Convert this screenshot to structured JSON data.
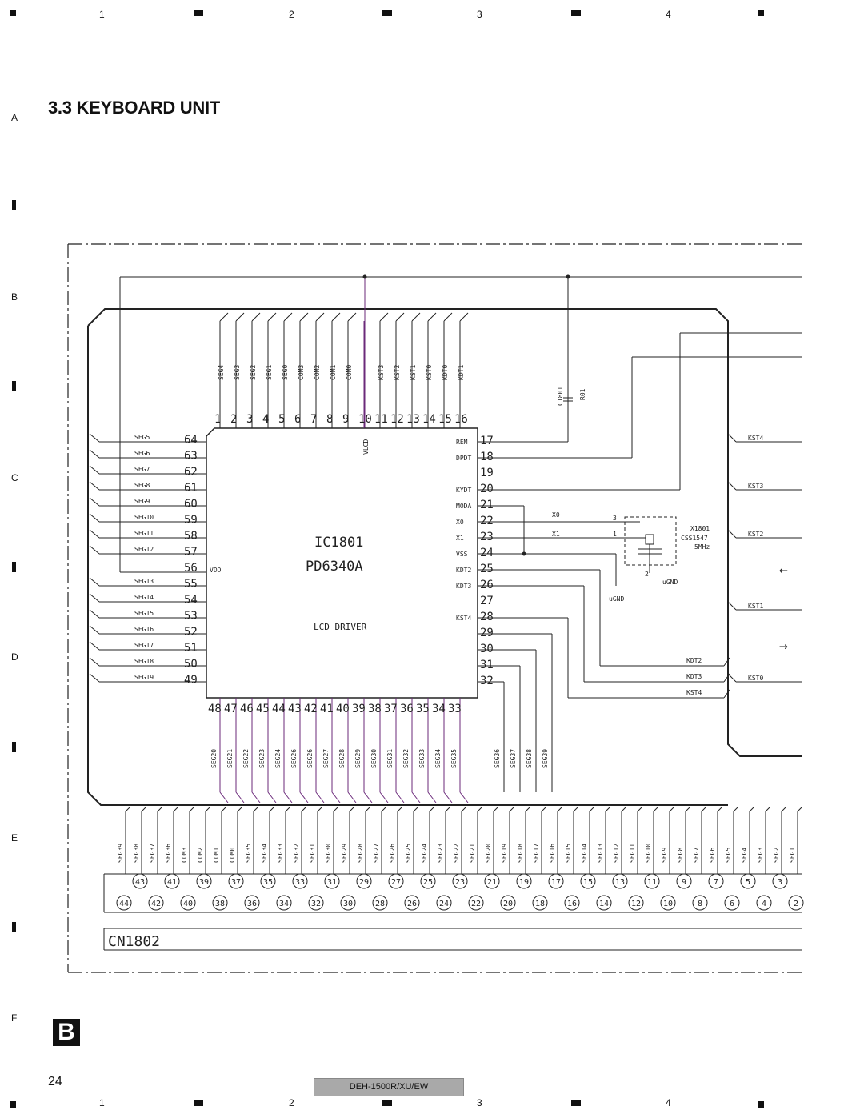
{
  "header": {
    "title": "3.3 KEYBOARD UNIT"
  },
  "grid": {
    "columns": [
      "1",
      "2",
      "3",
      "4"
    ],
    "rows": [
      "A",
      "B",
      "C",
      "D",
      "E",
      "F"
    ]
  },
  "footer": {
    "page": "24",
    "model": "DEH-1500R/XU/EW",
    "block": "B"
  },
  "ic": {
    "ref": "IC1801",
    "part": "PD6340A",
    "func": "LCD DRIVER",
    "vdd": "VDD",
    "vlcd": "VLCD",
    "top_pins": [
      {
        "n": "1",
        "s": "SEG4"
      },
      {
        "n": "2",
        "s": "SEG3"
      },
      {
        "n": "3",
        "s": "SEG2"
      },
      {
        "n": "4",
        "s": "SEG1"
      },
      {
        "n": "5",
        "s": "SEG0"
      },
      {
        "n": "6",
        "s": "COM3"
      },
      {
        "n": "7",
        "s": "COM2"
      },
      {
        "n": "8",
        "s": "COM1"
      },
      {
        "n": "9",
        "s": "COM0"
      },
      {
        "n": "10",
        "s": ""
      },
      {
        "n": "11",
        "s": "KST3"
      },
      {
        "n": "12",
        "s": "KST2"
      },
      {
        "n": "13",
        "s": "KST1"
      },
      {
        "n": "14",
        "s": "KST0"
      },
      {
        "n": "15",
        "s": "KDT0"
      },
      {
        "n": "16",
        "s": "KDT1"
      }
    ],
    "left_pins": [
      {
        "n": "64",
        "s": "SEG5"
      },
      {
        "n": "63",
        "s": "SEG6"
      },
      {
        "n": "62",
        "s": "SEG7"
      },
      {
        "n": "61",
        "s": "SEG8"
      },
      {
        "n": "60",
        "s": "SEG9"
      },
      {
        "n": "59",
        "s": "SEG10"
      },
      {
        "n": "58",
        "s": "SEG11"
      },
      {
        "n": "57",
        "s": "SEG12"
      },
      {
        "n": "56",
        "s": ""
      },
      {
        "n": "55",
        "s": "SEG13"
      },
      {
        "n": "54",
        "s": "SEG14"
      },
      {
        "n": "53",
        "s": "SEG15"
      },
      {
        "n": "52",
        "s": "SEG16"
      },
      {
        "n": "51",
        "s": "SEG17"
      },
      {
        "n": "50",
        "s": "SEG18"
      },
      {
        "n": "49",
        "s": "SEG19"
      }
    ],
    "right_pins": [
      {
        "n": "17",
        "s": "REM"
      },
      {
        "n": "18",
        "s": "DPDT"
      },
      {
        "n": "19",
        "s": ""
      },
      {
        "n": "20",
        "s": "KYDT"
      },
      {
        "n": "21",
        "s": "MODA"
      },
      {
        "n": "22",
        "s": "X0"
      },
      {
        "n": "23",
        "s": "X1"
      },
      {
        "n": "24",
        "s": "VSS"
      },
      {
        "n": "25",
        "s": "KDT2"
      },
      {
        "n": "26",
        "s": "KDT3"
      },
      {
        "n": "27",
        "s": ""
      },
      {
        "n": "28",
        "s": "KST4"
      },
      {
        "n": "29",
        "s": ""
      },
      {
        "n": "30",
        "s": ""
      },
      {
        "n": "31",
        "s": ""
      },
      {
        "n": "32",
        "s": ""
      }
    ],
    "bottom_pins": [
      {
        "n": "48",
        "s": "SEG20"
      },
      {
        "n": "47",
        "s": "SEG21"
      },
      {
        "n": "46",
        "s": "SEG22"
      },
      {
        "n": "45",
        "s": "SEG23"
      },
      {
        "n": "44",
        "s": "SEG24"
      },
      {
        "n": "43",
        "s": "SEG26"
      },
      {
        "n": "42",
        "s": "SEG26"
      },
      {
        "n": "41",
        "s": "SEG27"
      },
      {
        "n": "40",
        "s": "SEG28"
      },
      {
        "n": "39",
        "s": "SEG29"
      },
      {
        "n": "38",
        "s": "SEG30"
      },
      {
        "n": "37",
        "s": "SEG31"
      },
      {
        "n": "36",
        "s": "SEG32"
      },
      {
        "n": "35",
        "s": "SEG33"
      },
      {
        "n": "34",
        "s": "SEG34"
      },
      {
        "n": "33",
        "s": "SEG35"
      }
    ],
    "extra_bottom_labels": [
      "SEG36",
      "SEG37",
      "SEG38",
      "SEG39"
    ]
  },
  "components": {
    "c1801": "C1801",
    "r01": "R01",
    "x1801": "X1801",
    "x1801_part": "CSS1547",
    "x1801_freq": "5MHz",
    "x_pin3": "3",
    "x_pin1": "1",
    "x_pin2": "2",
    "x0": "X0",
    "x1": "X1",
    "ugnd": "uGND"
  },
  "right_labels": [
    "KST4",
    "KST3",
    "KST2",
    "KST1",
    "KST0"
  ],
  "kdt_labels": [
    "KDT2",
    "KDT3",
    "KST4"
  ],
  "arrows": [
    "←",
    "→"
  ],
  "connector": {
    "ref": "CN1802",
    "labels": [
      "SEG39",
      "SEG38",
      "SEG37",
      "SEG36",
      "COM3",
      "COM2",
      "COM1",
      "COM0",
      "SEG35",
      "SEG34",
      "SEG33",
      "SEG32",
      "SEG31",
      "SEG30",
      "SEG29",
      "SEG28",
      "SEG27",
      "SEG26",
      "SEG25",
      "SEG24",
      "SEG23",
      "SEG22",
      "SEG21",
      "SEG20",
      "SEG19",
      "SEG18",
      "SEG17",
      "SEG16",
      "SEG15",
      "SEG14",
      "SEG13",
      "SEG12",
      "SEG11",
      "SEG10",
      "SEG9",
      "SEG8",
      "SEG7",
      "SEG6",
      "SEG5",
      "SEG4",
      "SEG3",
      "SEG2",
      "SEG1"
    ],
    "odd_pins": [
      "43",
      "41",
      "39",
      "37",
      "35",
      "33",
      "31",
      "29",
      "27",
      "25",
      "23",
      "21",
      "19",
      "17",
      "15",
      "13",
      "11",
      "9",
      "7",
      "5",
      "3"
    ],
    "even_pins": [
      "44",
      "42",
      "40",
      "38",
      "36",
      "34",
      "32",
      "30",
      "28",
      "26",
      "24",
      "22",
      "20",
      "18",
      "16",
      "14",
      "12",
      "10",
      "8",
      "6",
      "4",
      "2"
    ]
  }
}
